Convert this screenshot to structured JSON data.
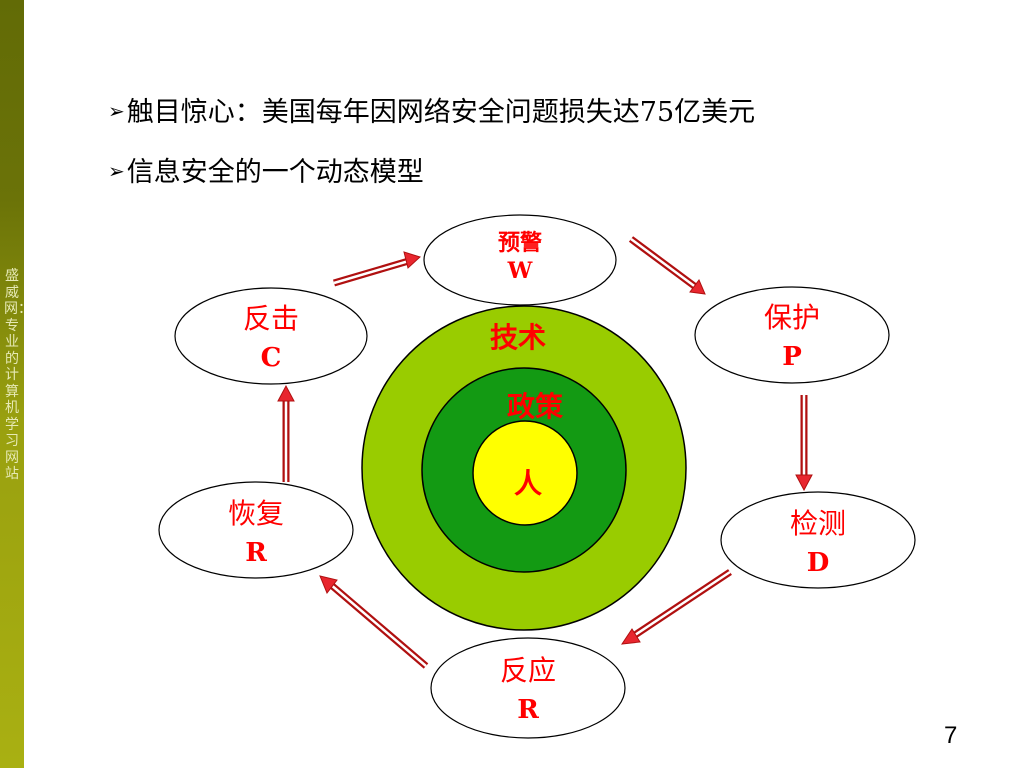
{
  "sidebar": {
    "text": "盛威网：专业的计算机学习网站"
  },
  "bullets": [
    {
      "mark": "➢",
      "text": "触目惊心：美国每年因网络安全问题损失达75亿美元"
    },
    {
      "mark": "➢",
      "text": "信息安全的一个动态模型"
    }
  ],
  "circles": {
    "outer": {
      "label": "技术",
      "color": "#99cc00"
    },
    "middle": {
      "label": "政策",
      "color": "#139a13"
    },
    "inner": {
      "label": "人",
      "color": "#ffff00"
    }
  },
  "nodes": {
    "warning": {
      "name": "预警",
      "code": "W"
    },
    "protect": {
      "name": "保护",
      "code": "P"
    },
    "detect": {
      "name": "检测",
      "code": "D"
    },
    "respond": {
      "name": "反应",
      "code": "R"
    },
    "recover": {
      "name": "恢复",
      "code": "R"
    },
    "counter": {
      "name": "反击",
      "code": "C"
    }
  },
  "colors": {
    "accent": "#ff0000",
    "arrow": "#e8262e"
  },
  "page": {
    "number": "7"
  }
}
